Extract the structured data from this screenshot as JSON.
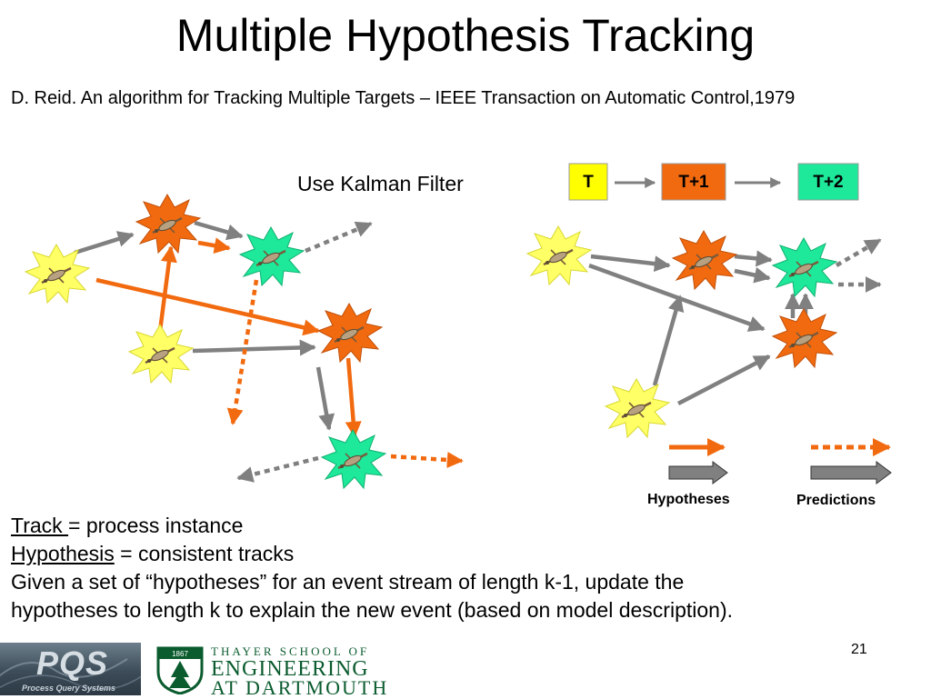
{
  "slide": {
    "title": "Multiple Hypothesis Tracking",
    "citation": "D. Reid. An algorithm for Tracking Multiple Targets – IEEE Transaction on Automatic Control,1979",
    "kalman_label": "Use Kalman Filter",
    "time_steps": [
      {
        "label": "T",
        "color": "#ffff00"
      },
      {
        "label": "T+1",
        "color": "#f26a0f"
      },
      {
        "label": "T+2",
        "color": "#1ee89a"
      }
    ],
    "legend": {
      "hypotheses_label": "Hypotheses",
      "predictions_label": "Predictions"
    },
    "body": {
      "track_term": "Track ",
      "track_def": "= process instance",
      "hypothesis_term": "Hypothesis",
      "hypothesis_def": " = consistent tracks",
      "line3": "Given a set of “hypotheses” for an event stream of length k-1, update the",
      "line4": "hypotheses to length k to explain the new event (based on model description)."
    },
    "footer": {
      "pqs_logo": "PQS",
      "pqs_subtitle": "Process Query Systems",
      "dartmouth_year": "1867",
      "dartmouth_line1": "THAYER SCHOOL OF",
      "dartmouth_line2": "ENGINEERING",
      "dartmouth_line3": "AT DARTMOUTH",
      "page_number": "21"
    },
    "colors": {
      "yellow": "#ffff66",
      "orange": "#f26a0f",
      "green": "#1ee89a",
      "gray_arrow": "#808080",
      "orange_arrow": "#f26a0f",
      "dartmouth_green": "#0a5b2e"
    }
  }
}
